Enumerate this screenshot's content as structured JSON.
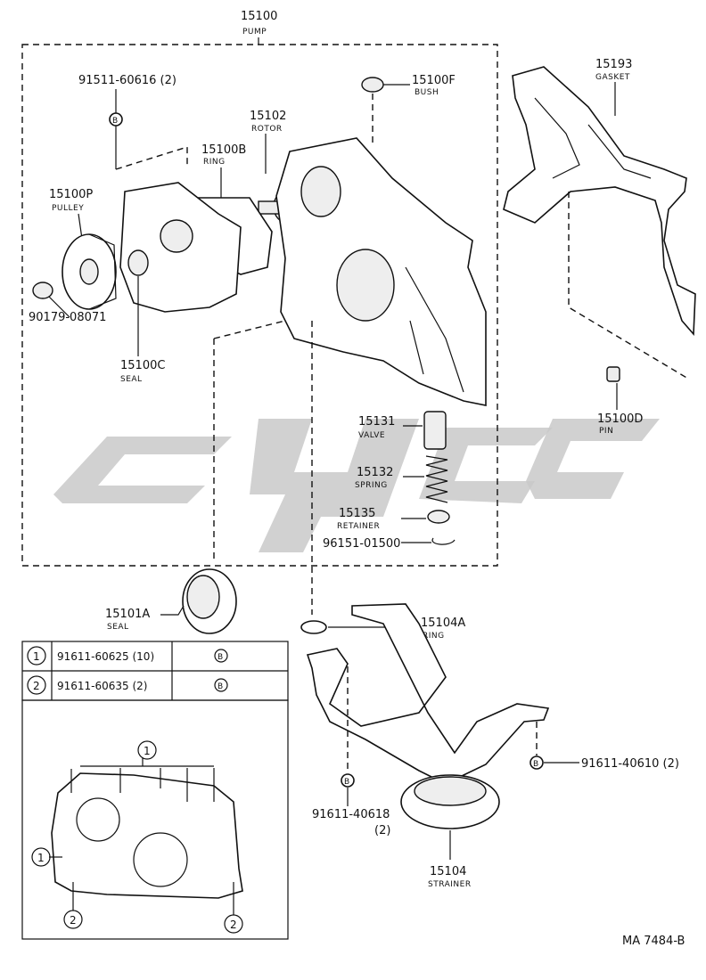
{
  "pump": {
    "number": "15100",
    "name": "PUMP"
  },
  "callouts": {
    "bolt_91511": "91511-60616 (2)",
    "bush_no": "15100F",
    "bush_name": "BUSH",
    "gasket_no": "15193",
    "gasket_name": "GASKET",
    "rotor_no": "15102",
    "rotor_name": "ROTOR",
    "ring_b_no": "15100B",
    "ring_b_name": "RING",
    "pulley_no": "15100P",
    "pulley_name": "PULLEY",
    "nut_90179": "90179-08071",
    "seal_c_no": "15100C",
    "seal_c_name": "SEAL",
    "pin_no": "15100D",
    "pin_name": "PIN",
    "valve_no": "15131",
    "valve_name": "VALVE",
    "spring_no": "15132",
    "spring_name": "SPRING",
    "retainer_no": "15135",
    "retainer_name": "RETAINER",
    "clip_96151": "96151-01500",
    "seal_a_no": "15101A",
    "seal_a_name": "SEAL",
    "ring_a_no": "15104A",
    "ring_a_name": "RING",
    "bolt_91611_40610": "91611-40610 (2)",
    "bolt_91611_40618": "91611-40618",
    "bolt_91611_40618_qty": "(2)",
    "strainer_no": "15104",
    "strainer_name": "STRAINER",
    "b_marker": "B"
  },
  "bolt_table": {
    "rows": [
      {
        "index": "1",
        "part": "91611-60625 (10)",
        "mark": "B"
      },
      {
        "index": "2",
        "part": "91611-60635 (2)",
        "mark": "B"
      }
    ]
  },
  "inset_markers": {
    "one": "1",
    "two": "2"
  },
  "footer_code": "MA  7484-B"
}
